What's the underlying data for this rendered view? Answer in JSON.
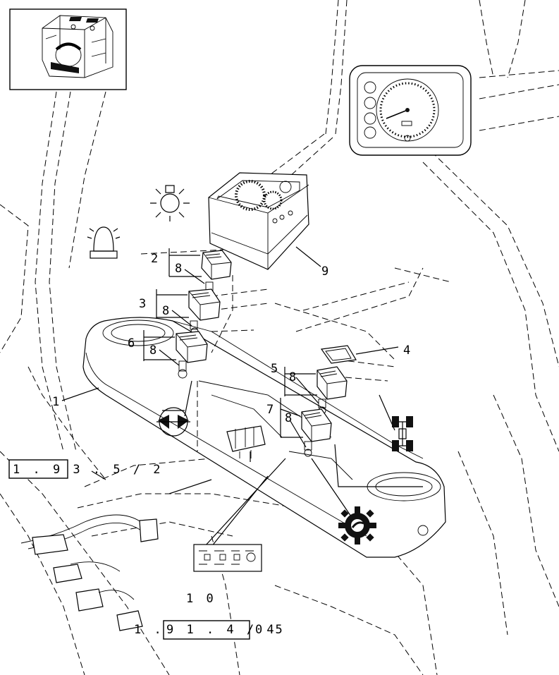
{
  "callouts": {
    "c1": "1",
    "c2": "2",
    "c3": "3",
    "c4": "4",
    "c5": "5",
    "c6": "6",
    "c7": "7",
    "c8a": "8",
    "c8b": "8",
    "c8c": "8",
    "c8d": "8",
    "c8e": "8",
    "c9": "9",
    "c10": "1 0"
  },
  "references": {
    "ref_a": "1 . 9 3 . 5 / 2",
    "ref_b_prefix": "1 .",
    "ref_b_box": "9 1 . 4 / 4",
    "ref_b_suffix": "0 5"
  },
  "icons": {
    "cab": "tractor-cab-icon",
    "light": "work-light-icon",
    "beacon": "rotating-beacon-icon",
    "pto": "pto-clutch-icon",
    "four_wd": "four-wheel-drive-icon",
    "gear": "transmission-gear-icon"
  }
}
